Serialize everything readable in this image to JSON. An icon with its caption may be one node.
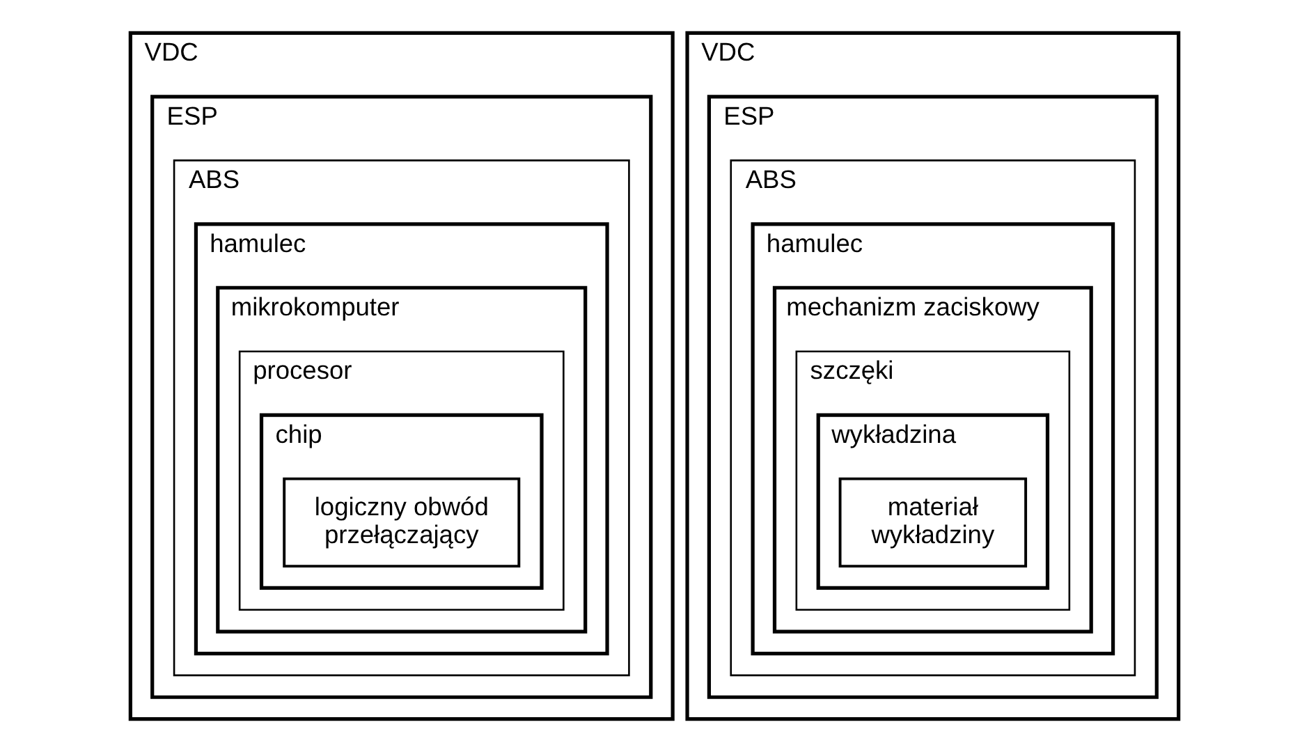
{
  "diagram": {
    "nodes": [
      {
        "text": [
          "VDC"
        ]
      },
      {
        "text": [
          "ESP"
        ],
        "in": 0
      },
      {
        "text": [
          "ABS"
        ],
        "in": 1
      },
      {
        "text": [
          "hamulec"
        ],
        "in": 2
      },
      {
        "text": [
          "mikrokomputer"
        ],
        "in": 3
      },
      {
        "text": [
          "procesor"
        ],
        "in": 4
      },
      {
        "text": [
          "chip"
        ],
        "in": 5
      },
      {
        "text": [
          "logiczny obwód przełączający"
        ],
        "in": 6
      },
      {
        "text": [
          "VDC"
        ]
      },
      {
        "text": [
          "ESP"
        ],
        "in": 8
      },
      {
        "text": [
          "ABS"
        ],
        "in": 9
      },
      {
        "text": [
          "hamulec"
        ],
        "in": 10
      },
      {
        "text": [
          "mechanizm zaciskowy"
        ],
        "in": 11
      },
      {
        "text": [
          "szczęki"
        ],
        "in": 12
      },
      {
        "text": [
          "wykładzina"
        ],
        "in": 13
      },
      {
        "text": [
          "materiał wykładziny"
        ],
        "in": 14
      }
    ]
  }
}
